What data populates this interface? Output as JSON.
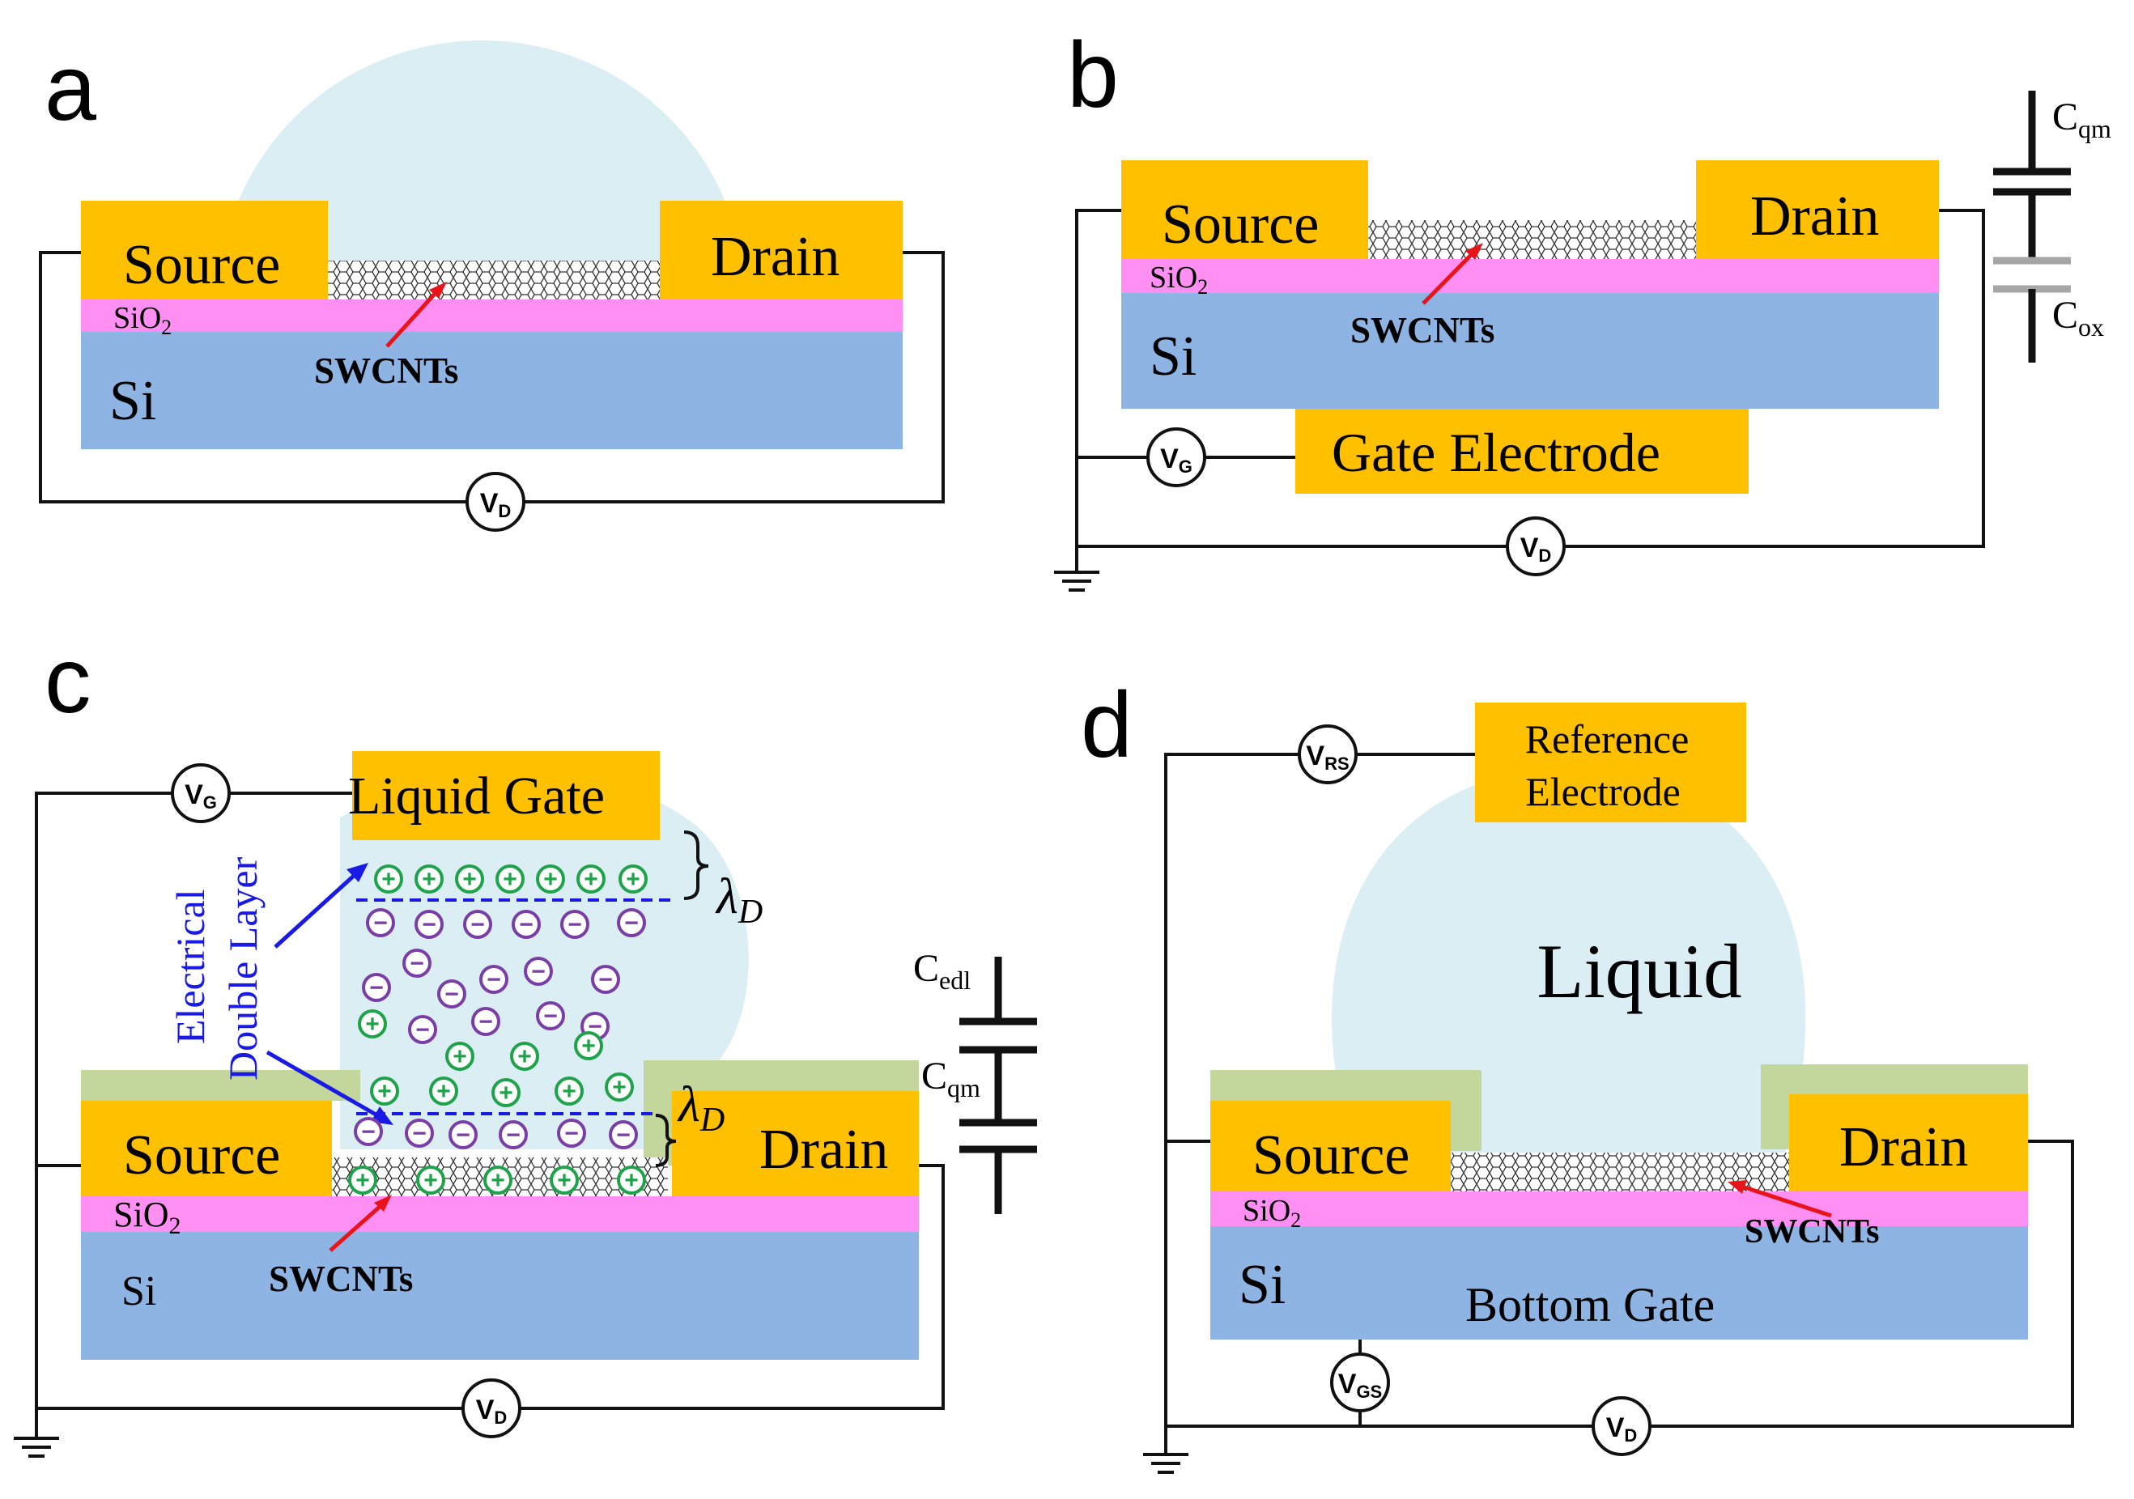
{
  "colors": {
    "electrode": "#FFC000",
    "oxide": "#FF8FF2",
    "silicon": "#8EB4E3",
    "liquid": "#DAEEF3",
    "passivation": "#C3D69B",
    "arrow_red": "#E8141A",
    "arrow_blue": "#1A1AE6",
    "ion_positive": "#1FA34A",
    "ion_negative": "#7A3FA6",
    "cap_gray": "#A6A6A6"
  },
  "icons": {
    "ground": "ground-symbol-icon",
    "meter": "voltmeter-circle-icon",
    "capacitor": "capacitor-icon",
    "nanotube_mesh": "swcnt-mesh-icon"
  },
  "panels": {
    "a": {
      "letter": "a",
      "source": "Source",
      "drain": "Drain",
      "oxide_base": "SiO",
      "oxide_sub": "2",
      "silicon": "Si",
      "swcnts": "SWCNTs",
      "vd_base": "V",
      "vd_sub": "D"
    },
    "b": {
      "letter": "b",
      "source": "Source",
      "drain": "Drain",
      "oxide_base": "SiO",
      "oxide_sub": "2",
      "silicon": "Si",
      "swcnts": "SWCNTs",
      "gate_electrode": "Gate Electrode",
      "vg_base": "V",
      "vg_sub": "G",
      "vd_base": "V",
      "vd_sub": "D",
      "cqm_base": "C",
      "cqm_sub": "qm",
      "cox_base": "C",
      "cox_sub": "ox"
    },
    "c": {
      "letter": "c",
      "source": "Source",
      "drain": "Drain",
      "oxide_base": "SiO",
      "oxide_sub": "2",
      "silicon": "Si",
      "swcnts": "SWCNTs",
      "liquid_gate": "Liquid Gate",
      "edl_line1": "Electrical",
      "edl_line2": "Double Layer",
      "lambda_top": "λ",
      "lambda_top_sub": "D",
      "lambda_bottom": "λ",
      "lambda_bottom_sub": "D",
      "vg_base": "V",
      "vg_sub": "G",
      "vd_base": "V",
      "vd_sub": "D",
      "cedl_base": "C",
      "cedl_sub": "edl",
      "cqm_base": "C",
      "cqm_sub": "qm",
      "positive_sign": "+",
      "negative_sign": "−"
    },
    "d": {
      "letter": "d",
      "source": "Source",
      "drain": "Drain",
      "oxide_base": "SiO",
      "oxide_sub": "2",
      "silicon": "Si",
      "swcnts": "SWCNTs",
      "bottom_gate": "Bottom Gate",
      "liquid": "Liquid",
      "reference_line1": "Reference",
      "reference_line2": "Electrode",
      "vrs_base": "V",
      "vrs_sub": "RS",
      "vgs_base": "V",
      "vgs_sub": "GS",
      "vd_base": "V",
      "vd_sub": "D"
    }
  }
}
